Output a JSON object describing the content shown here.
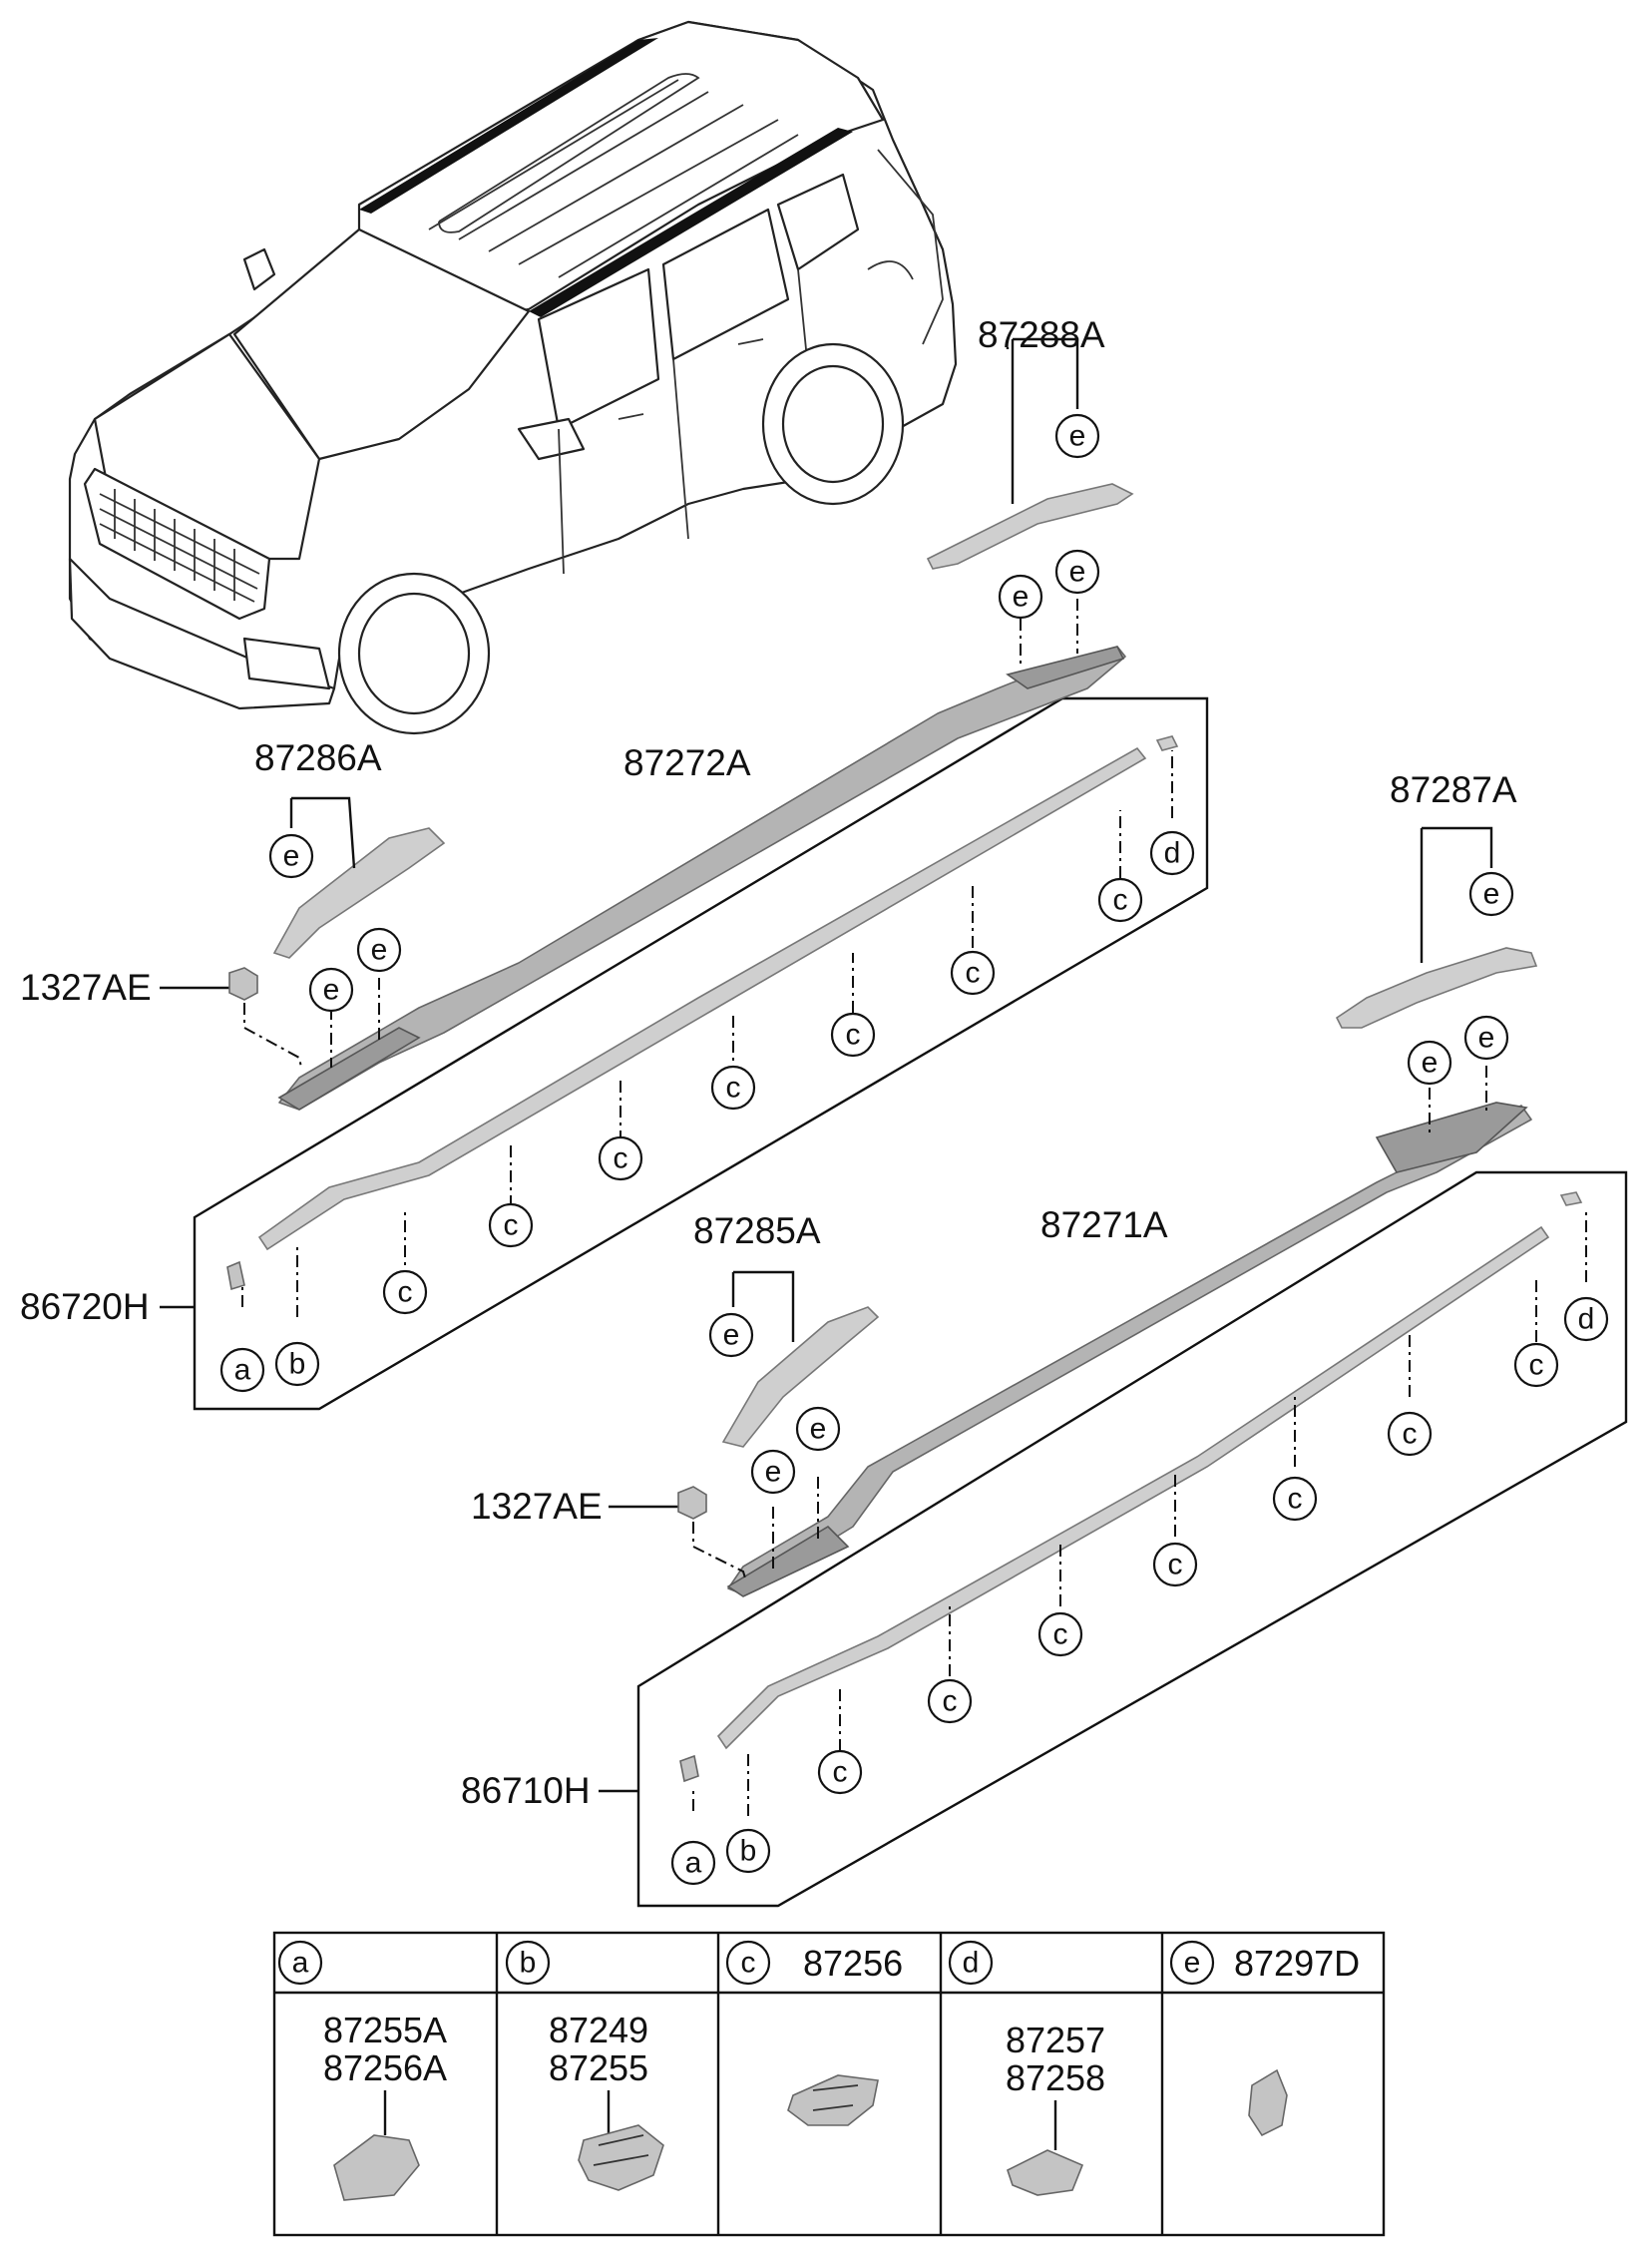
{
  "labels": {
    "p87288A": "87288A",
    "p87286A": "87286A",
    "p87272A": "87272A",
    "p87287A": "87287A",
    "p1327AE_top": "1327AE",
    "p86720H": "86720H",
    "p87285A": "87285A",
    "p87271A": "87271A",
    "p1327AE_bottom": "1327AE",
    "p86710H": "86710H"
  },
  "callouts": {
    "a": "a",
    "b": "b",
    "c": "c",
    "d": "d",
    "e": "e"
  },
  "legend": {
    "columns": [
      {
        "letter": "a",
        "header_part": "",
        "parts": [
          "87255A",
          "87256A"
        ]
      },
      {
        "letter": "b",
        "header_part": "",
        "parts": [
          "87249",
          "87255"
        ]
      },
      {
        "letter": "c",
        "header_part": "87256",
        "parts": []
      },
      {
        "letter": "d",
        "header_part": "",
        "parts": [
          "87257",
          "87258"
        ]
      },
      {
        "letter": "e",
        "header_part": "87297D",
        "parts": []
      }
    ]
  }
}
